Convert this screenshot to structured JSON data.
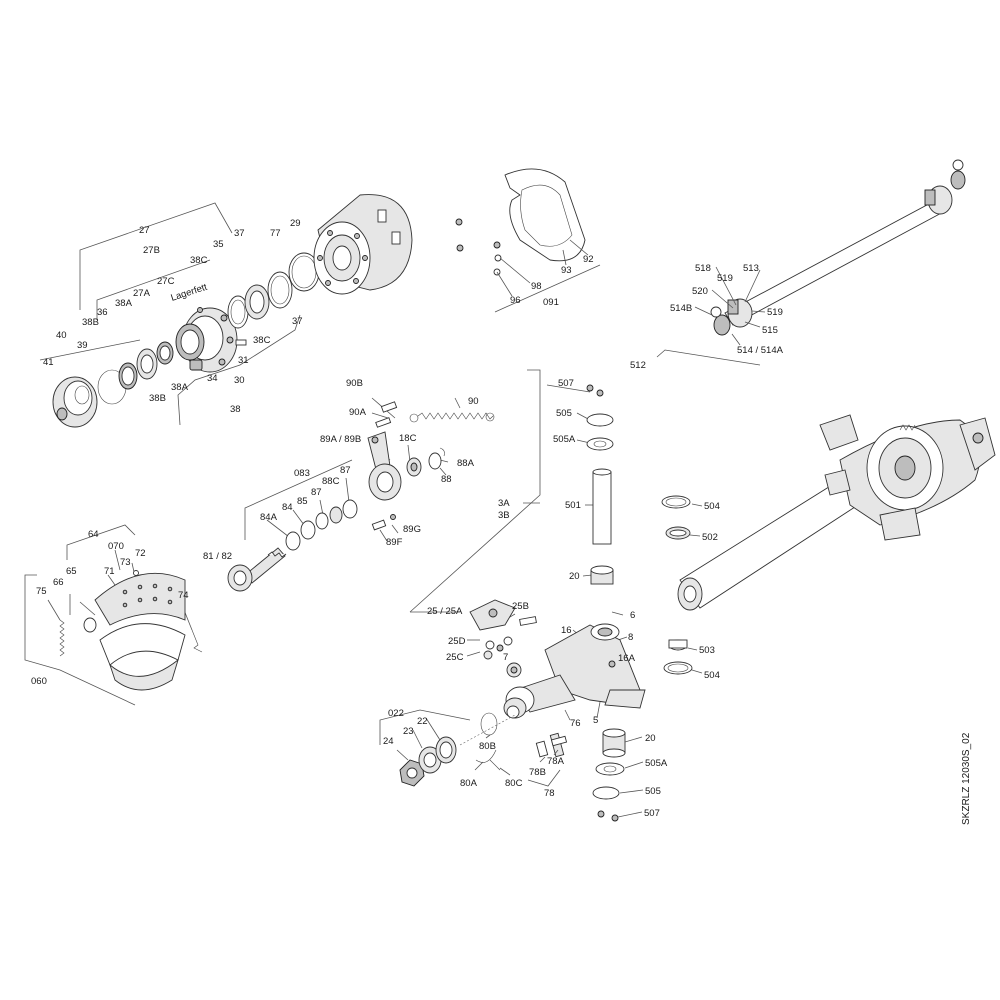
{
  "drawing_id": "SKZRLZ 12030S_02",
  "callouts": [
    {
      "id": "c27",
      "text": "27"
    },
    {
      "id": "c27B",
      "text": "27B"
    },
    {
      "id": "c27C",
      "text": "27C"
    },
    {
      "id": "c27A",
      "text": "27A"
    },
    {
      "id": "cLagerfett",
      "text": "Lagerfett"
    },
    {
      "id": "c38C_top",
      "text": "38C"
    },
    {
      "id": "c35",
      "text": "35"
    },
    {
      "id": "c37_top",
      "text": "37"
    },
    {
      "id": "c77",
      "text": "77"
    },
    {
      "id": "c29",
      "text": "29"
    },
    {
      "id": "c38A_top",
      "text": "38A"
    },
    {
      "id": "c36",
      "text": "36"
    },
    {
      "id": "c38B_top",
      "text": "38B"
    },
    {
      "id": "c40",
      "text": "40"
    },
    {
      "id": "c39",
      "text": "39"
    },
    {
      "id": "c41",
      "text": "41"
    },
    {
      "id": "c38C_mid",
      "text": "38C"
    },
    {
      "id": "c37_mid",
      "text": "37"
    },
    {
      "id": "c31",
      "text": "31"
    },
    {
      "id": "c34",
      "text": "34"
    },
    {
      "id": "c38A_bot",
      "text": "38A"
    },
    {
      "id": "c30",
      "text": "30"
    },
    {
      "id": "c38B_bot",
      "text": "38B"
    },
    {
      "id": "c38",
      "text": "38"
    },
    {
      "id": "c92",
      "text": "92"
    },
    {
      "id": "c93",
      "text": "93"
    },
    {
      "id": "c98",
      "text": "98"
    },
    {
      "id": "c96",
      "text": "96"
    },
    {
      "id": "c091",
      "text": "091"
    },
    {
      "id": "c518",
      "text": "518"
    },
    {
      "id": "c519_a",
      "text": "519"
    },
    {
      "id": "c513",
      "text": "513"
    },
    {
      "id": "c520",
      "text": "520"
    },
    {
      "id": "c514B",
      "text": "514B"
    },
    {
      "id": "c519_b",
      "text": "519"
    },
    {
      "id": "c515",
      "text": "515"
    },
    {
      "id": "c514",
      "text": "514 / 514A"
    },
    {
      "id": "c512",
      "text": "512"
    },
    {
      "id": "c90B",
      "text": "90B"
    },
    {
      "id": "c90",
      "text": "90"
    },
    {
      "id": "c90A",
      "text": "90A"
    },
    {
      "id": "c89A",
      "text": "89A / 89B"
    },
    {
      "id": "c18C",
      "text": "18C"
    },
    {
      "id": "c88A",
      "text": "88A"
    },
    {
      "id": "c083",
      "text": "083"
    },
    {
      "id": "c87_a",
      "text": "87"
    },
    {
      "id": "c88C",
      "text": "88C"
    },
    {
      "id": "c88",
      "text": "88"
    },
    {
      "id": "c87_b",
      "text": "87"
    },
    {
      "id": "c85",
      "text": "85"
    },
    {
      "id": "c84",
      "text": "84"
    },
    {
      "id": "c84A",
      "text": "84A"
    },
    {
      "id": "c89G",
      "text": "89G"
    },
    {
      "id": "c89F",
      "text": "89F"
    },
    {
      "id": "c81",
      "text": "81 / 82"
    },
    {
      "id": "c507_top",
      "text": "507"
    },
    {
      "id": "c505_top",
      "text": "505"
    },
    {
      "id": "c505A_top",
      "text": "505A"
    },
    {
      "id": "c3A",
      "text": "3A"
    },
    {
      "id": "c3B",
      "text": "3B"
    },
    {
      "id": "c501",
      "text": "501"
    },
    {
      "id": "c504_top",
      "text": "504"
    },
    {
      "id": "c502",
      "text": "502"
    },
    {
      "id": "c20_top",
      "text": "20"
    },
    {
      "id": "c25",
      "text": "25 / 25A"
    },
    {
      "id": "c25B",
      "text": "25B"
    },
    {
      "id": "c6",
      "text": "6"
    },
    {
      "id": "c16",
      "text": "16"
    },
    {
      "id": "c8",
      "text": "8"
    },
    {
      "id": "c25D",
      "text": "25D"
    },
    {
      "id": "c25C",
      "text": "25C"
    },
    {
      "id": "c7",
      "text": "7"
    },
    {
      "id": "c16A",
      "text": "16A"
    },
    {
      "id": "c503",
      "text": "503"
    },
    {
      "id": "c504_bot",
      "text": "504"
    },
    {
      "id": "c76",
      "text": "76"
    },
    {
      "id": "c5",
      "text": "5"
    },
    {
      "id": "c64",
      "text": "64"
    },
    {
      "id": "c070",
      "text": "070"
    },
    {
      "id": "c65",
      "text": "65"
    },
    {
      "id": "c73",
      "text": "73"
    },
    {
      "id": "c72",
      "text": "72"
    },
    {
      "id": "c71",
      "text": "71"
    },
    {
      "id": "c66",
      "text": "66"
    },
    {
      "id": "c75",
      "text": "75"
    },
    {
      "id": "c74",
      "text": "74"
    },
    {
      "id": "c060",
      "text": "060"
    },
    {
      "id": "c022",
      "text": "022"
    },
    {
      "id": "c22",
      "text": "22"
    },
    {
      "id": "c23",
      "text": "23"
    },
    {
      "id": "c24",
      "text": "24"
    },
    {
      "id": "c80B",
      "text": "80B"
    },
    {
      "id": "c80A",
      "text": "80A"
    },
    {
      "id": "c80C",
      "text": "80C"
    },
    {
      "id": "c78A",
      "text": "78A"
    },
    {
      "id": "c78B",
      "text": "78B"
    },
    {
      "id": "c78",
      "text": "78"
    },
    {
      "id": "c20_bot",
      "text": "20"
    },
    {
      "id": "c505A_bot",
      "text": "505A"
    },
    {
      "id": "c505_bot",
      "text": "505"
    },
    {
      "id": "c507_bot",
      "text": "507"
    }
  ]
}
